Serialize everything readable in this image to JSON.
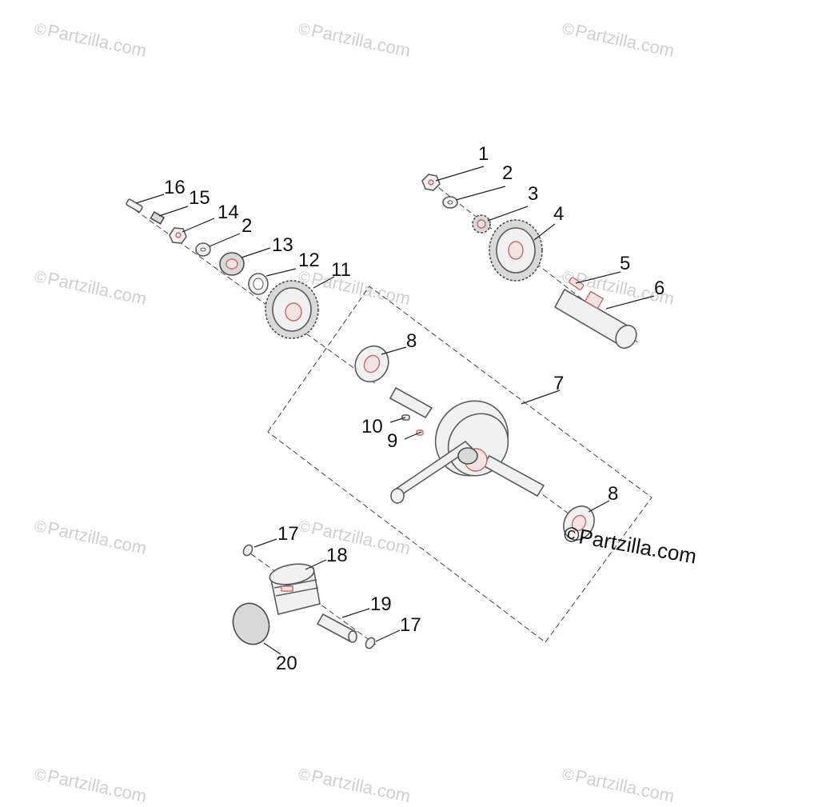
{
  "watermark": {
    "text": "Partzilla.com",
    "symbol": "©"
  },
  "brand_mark": {
    "symbol": "©",
    "text": "Partzilla.com"
  },
  "callouts": {
    "c1": "1",
    "c2a": "2",
    "c3": "3",
    "c4": "4",
    "c5": "5",
    "c6": "6",
    "c7": "7",
    "c8a": "8",
    "c8b": "8",
    "c9": "9",
    "c10": "10",
    "c11": "11",
    "c12": "12",
    "c13": "13",
    "c14": "14",
    "c2b": "2",
    "c15": "15",
    "c16": "16",
    "c17a": "17",
    "c17b": "17",
    "c18": "18",
    "c19": "19",
    "c20": "20"
  },
  "colors": {
    "line": "#5a5a5a",
    "accent": "#c26a6a",
    "watermark": "#cfcfcf"
  }
}
